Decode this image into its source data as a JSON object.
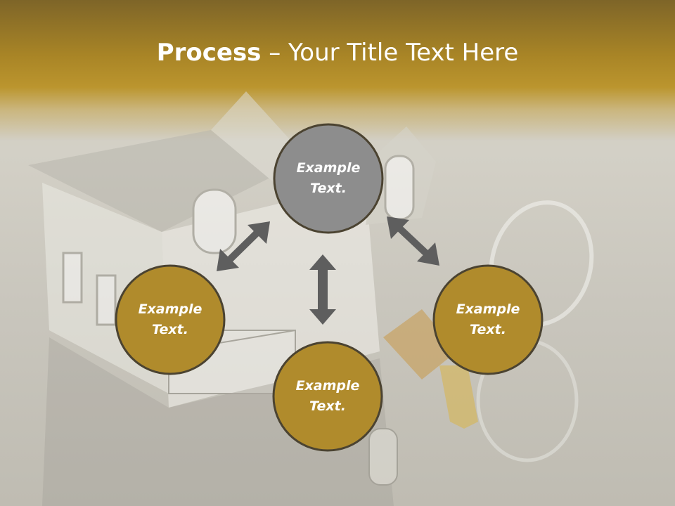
{
  "title": {
    "bold": "Process",
    "rest": " – Your Title Text Here"
  },
  "nodes": [
    {
      "id": "top",
      "line1": "Example",
      "line2": "Text.",
      "fill": "#8d8d8d"
    },
    {
      "id": "left",
      "line1": "Example",
      "line2": "Text.",
      "fill": "#b08b2c"
    },
    {
      "id": "right",
      "line1": "Example",
      "line2": "Text.",
      "fill": "#b08b2c"
    },
    {
      "id": "bottom",
      "line1": "Example",
      "line2": "Text.",
      "fill": "#b08b2c"
    }
  ],
  "colors": {
    "node_border": "#4b4331",
    "arrow": "#5e5e5e",
    "header": "#ad8a2a"
  },
  "background": "house-with-keys-image"
}
